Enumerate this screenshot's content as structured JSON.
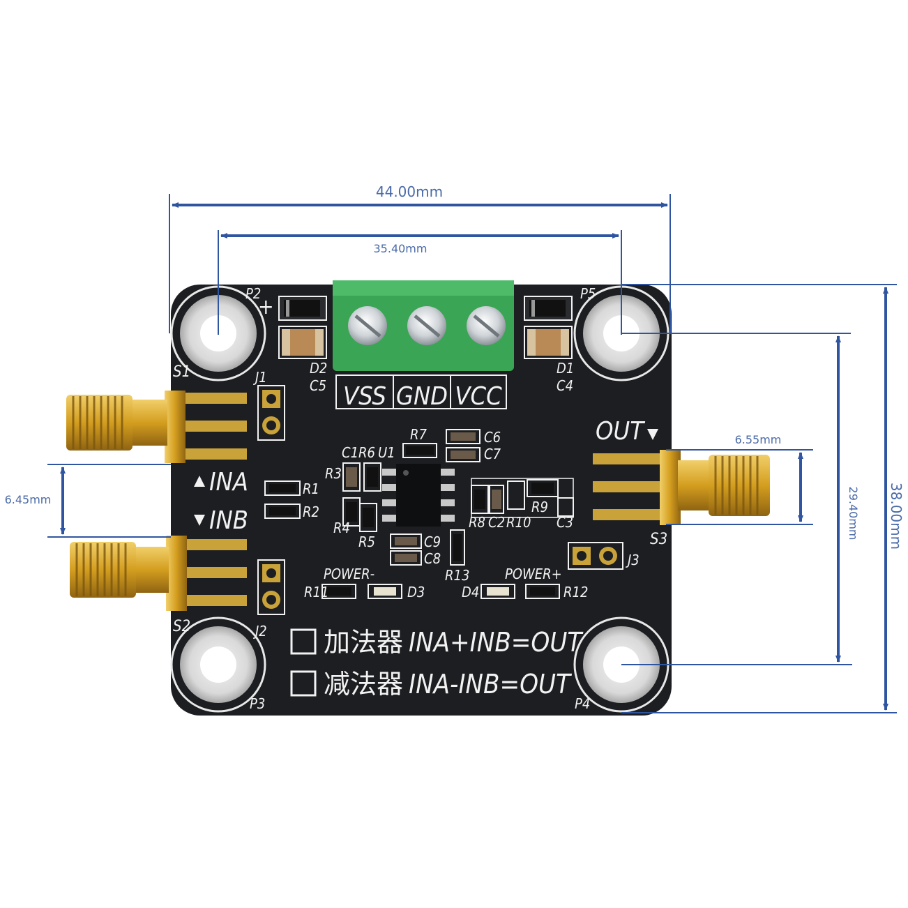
{
  "colors": {
    "board": "#1c1e21",
    "silkscreen": "#f2f2f2",
    "dimension_line": "#2f55a0",
    "dimension_text": "#4a6aa8",
    "terminal_block": "#3aa655",
    "sma_gold": "#d9a425",
    "pad_gold": "#c9a23a"
  },
  "dimensions": {
    "board_width": "44.00mm",
    "hole_spacing_x": "35.40mm",
    "board_height": "38.00mm",
    "hole_spacing_y": "29.40mm",
    "input_spacing": "6.45mm",
    "output_connector_width": "6.55mm"
  },
  "terminal_labels": [
    "VSS",
    "GND",
    "VCC"
  ],
  "port_labels": {
    "input_a": "INA",
    "input_b": "INB",
    "output": "OUT"
  },
  "mounting_holes": [
    "P2",
    "P5",
    "P3",
    "P4"
  ],
  "connectors": [
    "S1",
    "S2",
    "S3"
  ],
  "headers": [
    "J1",
    "J2",
    "J3"
  ],
  "components": {
    "capacitors": [
      "C1",
      "C2",
      "C3",
      "C4",
      "C5",
      "C6",
      "C7",
      "C8",
      "C9"
    ],
    "resistors": [
      "R1",
      "R2",
      "R3",
      "R4",
      "R5",
      "R6",
      "R7",
      "R8",
      "R9",
      "R10",
      "R11",
      "R12",
      "R13"
    ],
    "diodes": [
      "D1",
      "D2",
      "D3",
      "D4"
    ],
    "ic": "U1"
  },
  "led_labels": {
    "negative": "POWER-",
    "positive": "POWER+"
  },
  "plus_mark": "+",
  "mode_options": [
    {
      "name": "加法器",
      "formula": "INA+INB=OUT"
    },
    {
      "name": "减法器",
      "formula": "INA-INB=OUT"
    }
  ]
}
